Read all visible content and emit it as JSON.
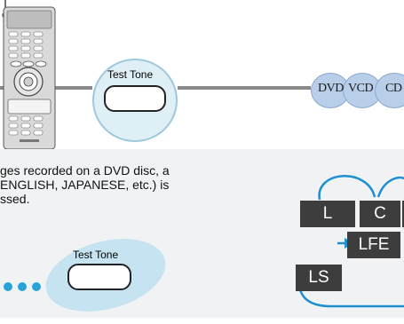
{
  "tone_button_label": "Test Tone",
  "disc_types": [
    "DVD",
    "VCD",
    "CD"
  ],
  "paragraph_lines": [
    "ges recorded on a DVD disc, a",
    "ENGLISH, JAPANESE, etc.) is",
    "ssed."
  ],
  "speakers": {
    "left": "L",
    "center": "C",
    "lfe": "LFE",
    "left_surround": "LS"
  },
  "colors": {
    "accent_blue": "#29a3d6",
    "bubble_fill": "#dfeff6",
    "speaker_box": "#3d3d3d",
    "disc_fill": "#b9cfe9"
  }
}
